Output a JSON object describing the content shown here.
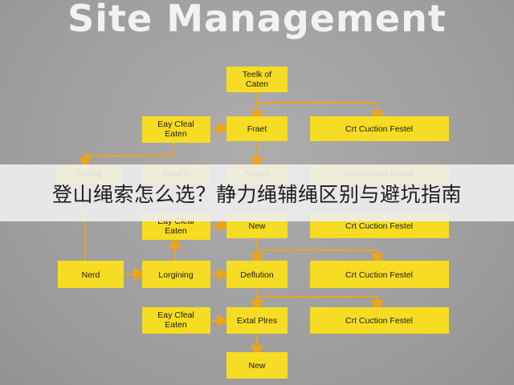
{
  "page": {
    "title": "Site Management"
  },
  "nodes": {
    "top": "Teelk of|Caten",
    "left1": "Eay Cfeal|Eaten",
    "center1": "Fraet",
    "right1": "Crt Cuction Festel",
    "left2a": "Petlng",
    "left2b": "Sand to",
    "center2": "Fraget",
    "right2": "Crt Cuction Festel",
    "left3": "Eay Cfeal|Eaten",
    "center3": "New",
    "right3": "Crt Cuction Festel",
    "far_left4": "Nerd",
    "left4": "Lorgining",
    "center4": "Deflution",
    "right4": "Crt Cuction Festel",
    "left5": "Eay Cfeal|Eaten",
    "center5": "Extal Plres",
    "right5": "Crt Cuction Festel",
    "center6": "New"
  },
  "colors": {
    "node_fill": "#f6dc22",
    "arrow": "#eea419",
    "background": "#a0a0a0"
  },
  "banner": {
    "text": "登山绳索怎么选？静力绳辅绳区别与避坑指南"
  }
}
